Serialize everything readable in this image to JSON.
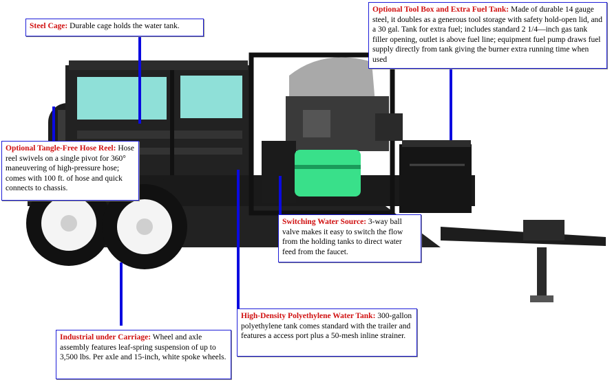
{
  "colors": {
    "leader": "#0a0ae0",
    "title": "#d01010",
    "border": "#1c1cd8",
    "tank": "#8fe0d8"
  },
  "callouts": {
    "steel_cage": {
      "title": "Steel Cage:",
      "body": "Durable cage holds the water tank."
    },
    "tool_box": {
      "title": "Optional Tool Box and Extra Fuel Tank:",
      "body": "Made of durable 14 gauge steel, it doubles as a generous tool storage with safety hold-open lid, and a 30 gal. Tank for extra fuel; includes standard 2 1/4—inch gas tank filler opening, outlet is above fuel line; equipment fuel pump draws fuel supply directly from tank giving the burner extra running time when used"
    },
    "hose_reel": {
      "title": "Optional Tangle-Free Hose Reel:",
      "body": "Hose reel swivels on a single pivot for 360° maneuvering of high-pressure hose; comes with 100 ft. of hose and quick connects to chassis."
    },
    "water_source": {
      "title": "Switching Water Source:",
      "body": "3-way ball valve makes it easy to switch the flow from the holding tanks to direct water feed from the faucet."
    },
    "carriage": {
      "title": "Industrial under Carriage:",
      "body": "Wheel and axle assembly features leaf-spring suspension of up to 3,500 lbs. Per axle and 15-inch, white spoke wheels."
    },
    "poly_tank": {
      "title": "High-Density Polyethylene Water Tank:",
      "body": "300-gallon polyethylene tank comes standard with the trailer and features a access port plus a 50-mesh inline strainer."
    }
  }
}
